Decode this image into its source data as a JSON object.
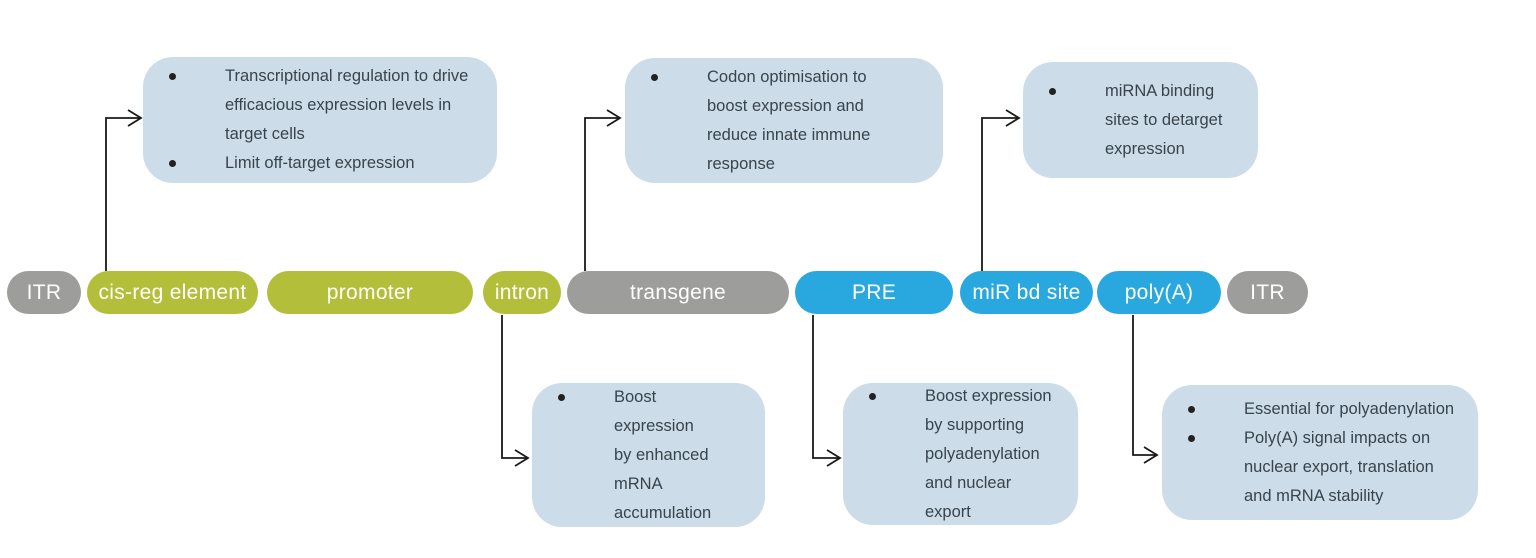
{
  "colors": {
    "regulatory_green": "#b3bf3b",
    "utility_blue": "#29a8e0",
    "structural_gray": "#9d9d9c",
    "callout_background": "#ccdde9",
    "callout_text": "#39434b",
    "pill_text": "#ffffff",
    "arrow": "#1a1a1a"
  },
  "construct": {
    "elements": [
      {
        "label": "ITR",
        "fill": "#9d9d9c"
      },
      {
        "label": "cis-reg element",
        "fill": "#b3bf3b"
      },
      {
        "label": "promoter",
        "fill": "#b3bf3b"
      },
      {
        "label": "intron",
        "fill": "#b3bf3b"
      },
      {
        "label": "transgene",
        "fill": "#9d9d9c"
      },
      {
        "label": "PRE",
        "fill": "#29a8e0"
      },
      {
        "label": "miR bd site",
        "fill": "#29a8e0"
      },
      {
        "label": "poly(A)",
        "fill": "#29a8e0"
      },
      {
        "label": "ITR",
        "fill": "#9d9d9c"
      }
    ]
  },
  "callouts": [
    {
      "for": "cis-reg element",
      "bullets": [
        "Transcriptional regulation to drive\nefficacious expression levels in\ntarget cells",
        "Limit off-target expression"
      ]
    },
    {
      "for": "transgene",
      "bullets": [
        "Codon optimisation to\nboost expression and\nreduce innate immune\nresponse"
      ]
    },
    {
      "for": "miR bd site",
      "bullets": [
        "miRNA binding\nsites to detarget\nexpression"
      ]
    },
    {
      "for": "intron",
      "bullets": [
        "Boost\nexpression\nby enhanced\nmRNA\naccumulation"
      ]
    },
    {
      "for": "PRE",
      "bullets": [
        "Boost expression\nby supporting\npolyadenylation\nand nuclear\nexport"
      ]
    },
    {
      "for": "poly(A)",
      "bullets": [
        "Essential for polyadenylation",
        "Poly(A) signal impacts on\nnuclear export, translation\nand mRNA stability"
      ]
    }
  ]
}
